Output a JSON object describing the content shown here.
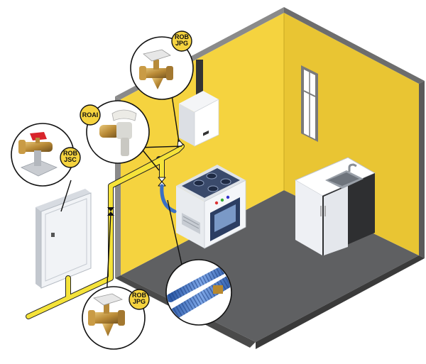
{
  "labels": {
    "boiler_valve_line1": "ROB",
    "boiler_valve_line2": "JPG",
    "stove_valve": "ROAI",
    "meter_valve_line1": "ROB",
    "meter_valve_line2": "JSC",
    "bottom_valve_line1": "ROB",
    "bottom_valve_line2": "JPG"
  },
  "colors": {
    "wall": "#F5D33F",
    "wall_shade": "#E2BE2A",
    "wall_edge": "#5a5a5a",
    "floor": "#5f6062",
    "pipe": "#F5E33A",
    "hose": "#3a6fc4",
    "badge": "#F5D33F",
    "cabinet": "#eef0f4"
  }
}
